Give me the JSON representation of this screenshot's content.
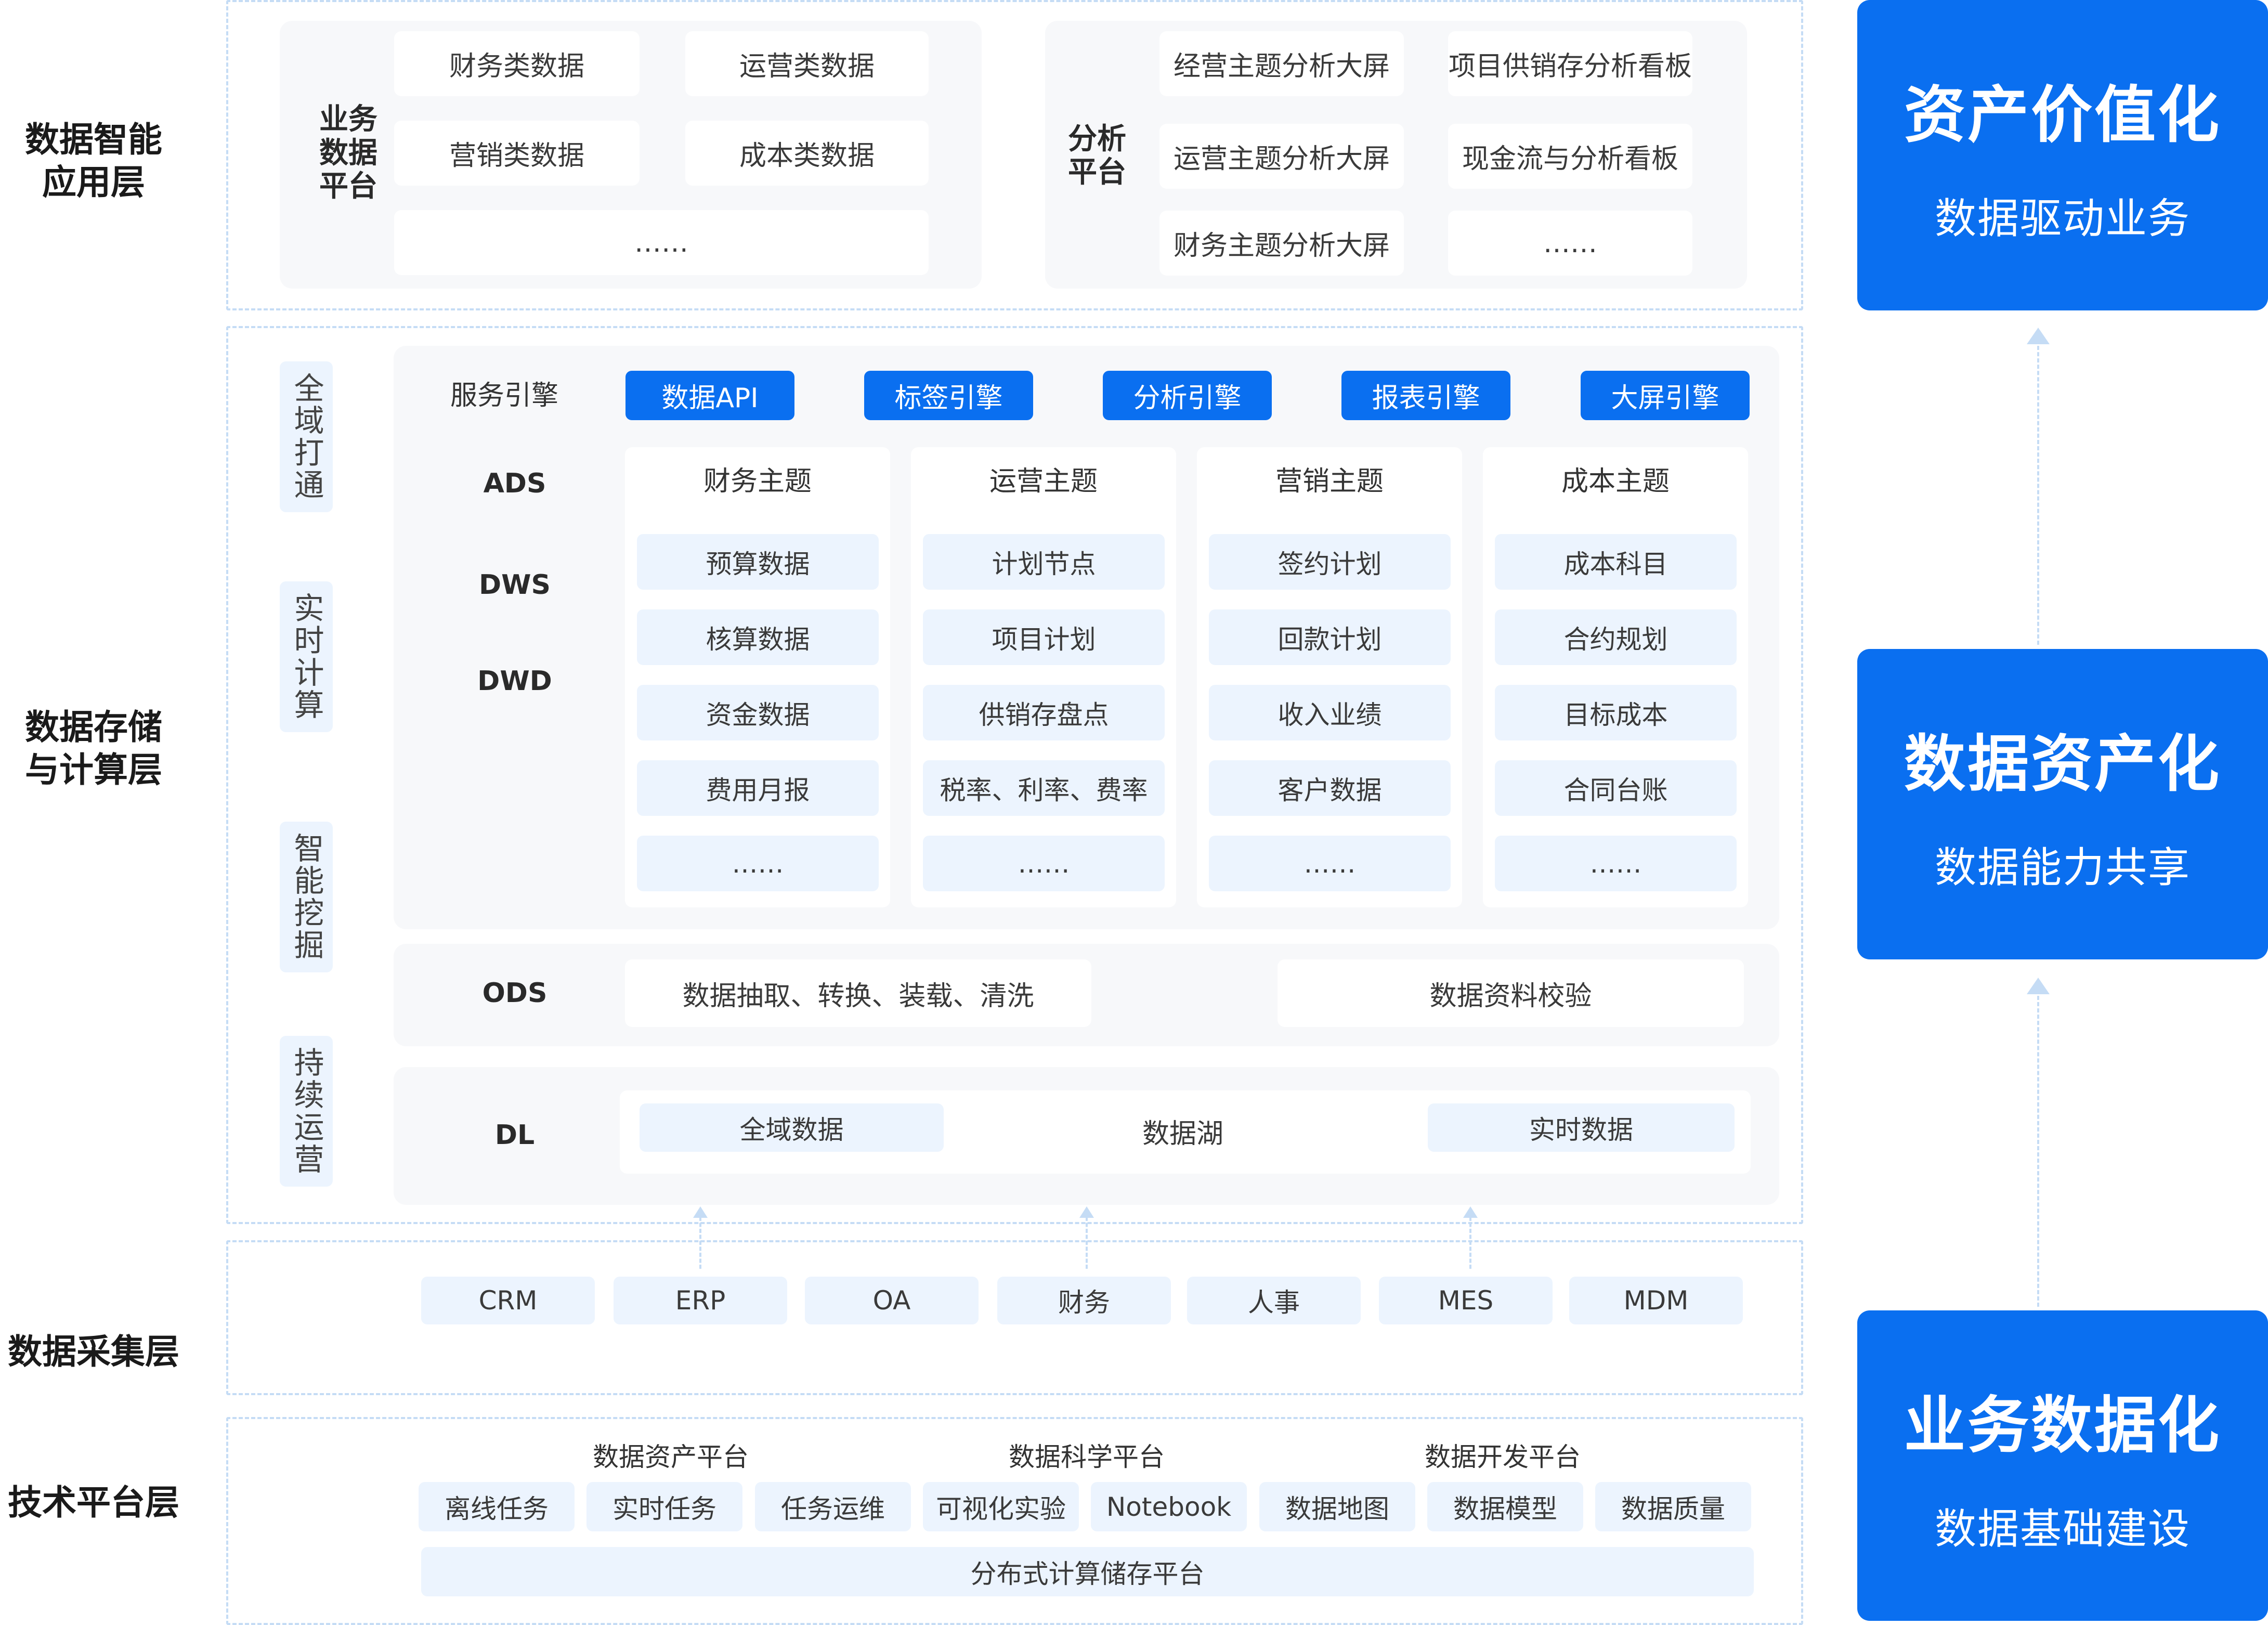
{
  "layers": {
    "app": "数据智能\n应用层",
    "storage": "数据存储\n与计算层",
    "collect": "数据采集层",
    "tech": "技术平台层"
  },
  "app_layer": {
    "business_platform": {
      "label": "业务\n数据\n平台",
      "items": [
        "财务类数据",
        "运营类数据",
        "营销类数据",
        "成本类数据",
        "……"
      ]
    },
    "analysis_platform": {
      "label": "分析\n平台",
      "items": [
        "经营主题分析大屏",
        "项目供销存分析看板",
        "运营主题分析大屏",
        "现金流与分析看板",
        "财务主题分析大屏",
        "……"
      ]
    }
  },
  "side_tags": [
    "全域打通",
    "实时计算",
    "智能挖掘",
    "持续运营"
  ],
  "service": {
    "label": "服务引擎",
    "engines": [
      "数据API",
      "标签引擎",
      "分析引擎",
      "报表引擎",
      "大屏引擎"
    ]
  },
  "row_labels": {
    "ads": "ADS",
    "dws": "DWS",
    "dwd": "DWD",
    "ods": "ODS",
    "dl": "DL"
  },
  "themes": [
    {
      "title": "财务主题",
      "items": [
        "预算数据",
        "核算数据",
        "资金数据",
        "费用月报",
        "……"
      ]
    },
    {
      "title": "运营主题",
      "items": [
        "计划节点",
        "项目计划",
        "供销存盘点",
        "税率、利率、费率",
        "……"
      ]
    },
    {
      "title": "营销主题",
      "items": [
        "签约计划",
        "回款计划",
        "收入业绩",
        "客户数据",
        "……"
      ]
    },
    {
      "title": "成本主题",
      "items": [
        "成本科目",
        "合约规划",
        "目标成本",
        "合同台账",
        "……"
      ]
    }
  ],
  "ods": {
    "left": "数据抽取、转换、装载、清洗",
    "right": "数据资料校验"
  },
  "dl": {
    "left": "全域数据",
    "center": "数据湖",
    "right": "实时数据"
  },
  "sources": [
    "CRM",
    "ERP",
    "OA",
    "财务",
    "人事",
    "MES",
    "MDM"
  ],
  "tech": {
    "groups": [
      "数据资产平台",
      "数据科学平台",
      "数据开发平台"
    ],
    "items": [
      "离线任务",
      "实时任务",
      "任务运维",
      "可视化实验",
      "Notebook",
      "数据地图",
      "数据模型",
      "数据质量"
    ],
    "base": "分布式计算储存平台"
  },
  "cards": [
    {
      "title": "资产价值化",
      "subtitle": "数据驱动业务"
    },
    {
      "title": "数据资产化",
      "subtitle": "数据能力共享"
    },
    {
      "title": "业务数据化",
      "subtitle": "数据基础建设"
    }
  ],
  "colors": {
    "primary": "#0a6ff0",
    "light": "#ecf4fe",
    "panel": "#f7f8fa",
    "dash": "#c5dcf5"
  }
}
